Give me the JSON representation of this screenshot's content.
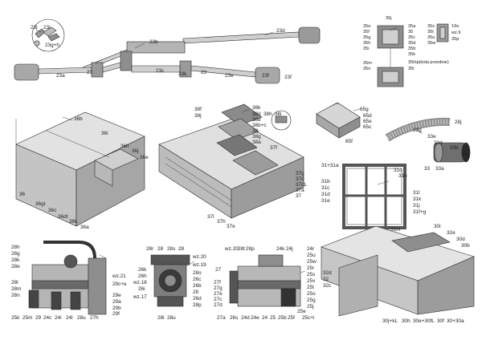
{
  "colors": {
    "light": "#d9d9d9",
    "mid": "#bdbdbd",
    "dark": "#8e8e8e",
    "darker": "#5f5f5f",
    "black": "#1e1e1e",
    "line": "#333333"
  },
  "watermark": "",
  "groups": {
    "exhaust": {
      "labels": [
        {
          "id": "23j",
          "t": "23j"
        },
        {
          "id": "23i",
          "t": "23i"
        },
        {
          "id": "23gh",
          "t": "23g+h"
        },
        {
          "id": "23b",
          "t": "23b"
        },
        {
          "id": "23d",
          "t": "23d"
        },
        {
          "id": "23a",
          "t": "23a"
        },
        {
          "id": "23_1",
          "t": "23"
        },
        {
          "id": "23c",
          "t": "23c"
        },
        {
          "id": "23k",
          "t": "23k"
        },
        {
          "id": "23e",
          "t": "23e"
        },
        {
          "id": "23f_1",
          "t": "23f"
        },
        {
          "id": "23f_2",
          "t": "23f"
        },
        {
          "id": "23_2",
          "t": "23"
        }
      ]
    },
    "wheel_brackets": {
      "labels": [
        {
          "id": "35j",
          "t": "35j"
        },
        {
          "id": "35e",
          "t": "35e"
        },
        {
          "id": "35f",
          "t": "35f"
        },
        {
          "id": "35g",
          "t": "35g"
        },
        {
          "id": "35h",
          "t": "35h"
        },
        {
          "id": "35i",
          "t": "35i"
        },
        {
          "id": "35a",
          "t": "35a"
        },
        {
          "id": "35",
          "t": "35"
        },
        {
          "id": "35c",
          "t": "35c"
        },
        {
          "id": "35d",
          "t": "35d"
        },
        {
          "id": "35b",
          "t": "35b"
        },
        {
          "id": "35k",
          "t": "35k"
        },
        {
          "id": "35m",
          "t": "35m"
        },
        {
          "id": "35n",
          "t": "35n"
        },
        {
          "id": "35lp",
          "t": "35lóp(koła przednie)"
        },
        {
          "id": "35l",
          "t": "35l"
        },
        {
          "id": "35s",
          "t": "35s"
        },
        {
          "id": "35t",
          "t": "35t"
        },
        {
          "id": "35u",
          "t": "35u"
        },
        {
          "id": "35w",
          "t": "35w"
        },
        {
          "id": "19o",
          "t": "19o"
        },
        {
          "id": "wz9",
          "t": "wz.9"
        },
        {
          "id": "35p",
          "t": "35p"
        }
      ]
    },
    "box": {
      "labels": [
        {
          "id": "36b",
          "t": "36b"
        },
        {
          "id": "36i",
          "t": "36i"
        },
        {
          "id": "36h",
          "t": "36h"
        },
        {
          "id": "36j",
          "t": "36j"
        },
        {
          "id": "36e",
          "t": "36e"
        },
        {
          "id": "36",
          "t": "36"
        },
        {
          "id": "36gt",
          "t": "36gt"
        },
        {
          "id": "36c",
          "t": "36c"
        },
        {
          "id": "36dt",
          "t": "36dt"
        },
        {
          "id": "36l",
          "t": "36L"
        },
        {
          "id": "36a",
          "t": "36a"
        }
      ]
    },
    "hull": {
      "labels": [
        {
          "id": "38f",
          "t": "38f"
        },
        {
          "id": "38j",
          "t": "38j"
        },
        {
          "id": "38k",
          "t": "38k"
        },
        {
          "id": "38d",
          "t": "38d"
        },
        {
          "id": "38e",
          "t": "38e"
        },
        {
          "id": "38bc",
          "t": "38b+c"
        },
        {
          "id": "38",
          "t": "38"
        },
        {
          "id": "38g",
          "t": "38g"
        },
        {
          "id": "38a",
          "t": "38a"
        },
        {
          "id": "38h",
          "t": "38h"
        },
        {
          "id": "38i",
          "t": "38i"
        },
        {
          "id": "37f",
          "t": "37f"
        },
        {
          "id": "37g",
          "t": "37g"
        },
        {
          "id": "37d",
          "t": "37d"
        },
        {
          "id": "37dl",
          "t": "37dL"
        },
        {
          "id": "37a",
          "t": "37a"
        },
        {
          "id": "37",
          "t": "37"
        },
        {
          "id": "37l",
          "t": "37l"
        },
        {
          "id": "37h",
          "t": "37h"
        },
        {
          "id": "37e",
          "t": "37e"
        }
      ]
    },
    "toolbox": {
      "labels": [
        {
          "id": "65g",
          "t": "65g"
        },
        {
          "id": "65d",
          "t": "65d"
        },
        {
          "id": "65e",
          "t": "65e"
        },
        {
          "id": "65c",
          "t": "65c"
        },
        {
          "id": "65f",
          "t": "65f"
        }
      ]
    },
    "hose": {
      "labels": [
        {
          "id": "28j",
          "t": "28j"
        },
        {
          "id": "33g",
          "t": "33g"
        },
        {
          "id": "33e",
          "t": "33e"
        },
        {
          "id": "33d",
          "t": "33d"
        },
        {
          "id": "33b",
          "t": "33b"
        },
        {
          "id": "33c",
          "t": "33c"
        },
        {
          "id": "33",
          "t": "33"
        },
        {
          "id": "33a",
          "t": "33a"
        }
      ]
    },
    "frame": {
      "labels": [
        {
          "id": "31+31a",
          "t": "31+31a"
        },
        {
          "id": "31o",
          "t": "31o"
        },
        {
          "id": "31n",
          "t": "31n"
        },
        {
          "id": "31b",
          "t": "31b"
        },
        {
          "id": "31c",
          "t": "31c"
        },
        {
          "id": "31d",
          "t": "31d"
        },
        {
          "id": "31e",
          "t": "31e"
        },
        {
          "id": "31l",
          "t": "31l"
        },
        {
          "id": "31k",
          "t": "31k"
        },
        {
          "id": "31j",
          "t": "31j"
        },
        {
          "id": "31fg",
          "t": "31f+g"
        },
        {
          "id": "31m",
          "t": "31m"
        }
      ]
    },
    "engine_left": {
      "labels": [
        {
          "id": "28h",
          "t": "28h"
        },
        {
          "id": "28g",
          "t": "28g"
        },
        {
          "id": "28k",
          "t": "28k"
        },
        {
          "id": "28e",
          "t": "28e"
        },
        {
          "id": "28l",
          "t": "28l"
        },
        {
          "id": "28m",
          "t": "28m"
        },
        {
          "id": "28n",
          "t": "28n"
        },
        {
          "id": "wz21",
          "t": "wz.21"
        },
        {
          "id": "29ce",
          "t": "29c+e"
        },
        {
          "id": "29e",
          "t": "29e"
        },
        {
          "id": "29a",
          "t": "29a"
        },
        {
          "id": "29b",
          "t": "29b"
        },
        {
          "id": "29f",
          "t": "29f"
        },
        {
          "id": "25k",
          "t": "25k"
        },
        {
          "id": "25m",
          "t": "25m"
        },
        {
          "id": "29",
          "t": "29"
        },
        {
          "id": "24c",
          "t": "24c"
        },
        {
          "id": "24i",
          "t": "24i"
        },
        {
          "id": "24l",
          "t": "24l"
        },
        {
          "id": "28u",
          "t": "28u"
        },
        {
          "id": "27h",
          "t": "27h"
        }
      ]
    },
    "engine_mid": {
      "labels": [
        {
          "id": "28r",
          "t": "28r"
        },
        {
          "id": "28a",
          "t": "28"
        },
        {
          "id": "28s",
          "t": "28s"
        },
        {
          "id": "28b",
          "t": "28"
        },
        {
          "id": "wz20",
          "t": "wz.20"
        },
        {
          "id": "wz19",
          "t": "wz.19"
        },
        {
          "id": "28o",
          "t": "28o"
        },
        {
          "id": "26k",
          "t": "26k"
        },
        {
          "id": "26h",
          "t": "26h"
        },
        {
          "id": "wz18",
          "t": "wz.18"
        },
        {
          "id": "26i",
          "t": "26i"
        },
        {
          "id": "wz17",
          "t": "wz.17"
        },
        {
          "id": "26c",
          "t": "26c"
        },
        {
          "id": "26b",
          "t": "26b"
        },
        {
          "id": "28c",
          "t": "28"
        },
        {
          "id": "26d",
          "t": "26d"
        },
        {
          "id": "28p_m",
          "t": "28p"
        },
        {
          "id": "28i",
          "t": "28i"
        },
        {
          "id": "28u_m",
          "t": "28u"
        }
      ]
    },
    "engine_right": {
      "labels": [
        {
          "id": "wz20r",
          "t": "wz.20"
        },
        {
          "id": "28t",
          "t": "28t"
        },
        {
          "id": "28p",
          "t": "28p"
        },
        {
          "id": "24k",
          "t": "24k"
        },
        {
          "id": "24j",
          "t": "24j"
        },
        {
          "id": "24r",
          "t": "24r"
        },
        {
          "id": "25u",
          "t": "25u"
        },
        {
          "id": "25w",
          "t": "25w"
        },
        {
          "id": "25r",
          "t": "25r"
        },
        {
          "id": "25s",
          "t": "25s"
        },
        {
          "id": "25v",
          "t": "25v"
        },
        {
          "id": "25t",
          "t": "25t"
        },
        {
          "id": "25o",
          "t": "25o"
        },
        {
          "id": "25g",
          "t": "25g"
        },
        {
          "id": "25j",
          "t": "25j"
        },
        {
          "id": "27",
          "t": "27"
        },
        {
          "id": "27f",
          "t": "27f"
        },
        {
          "id": "27g",
          "t": "27g"
        },
        {
          "id": "27e",
          "t": "27e"
        },
        {
          "id": "27c",
          "t": "27c"
        },
        {
          "id": "27d",
          "t": "27d"
        },
        {
          "id": "27a",
          "t": "27a"
        },
        {
          "id": "26s",
          "t": "26s"
        },
        {
          "id": "24d",
          "t": "24d"
        },
        {
          "id": "24e",
          "t": "24e"
        },
        {
          "id": "24",
          "t": "24"
        },
        {
          "id": "25",
          "t": "25"
        },
        {
          "id": "25b",
          "t": "25b"
        },
        {
          "id": "25f",
          "t": "25f"
        },
        {
          "id": "25e",
          "t": "25e"
        },
        {
          "id": "25ci",
          "t": "25c+i"
        }
      ]
    },
    "floor": {
      "labels": [
        {
          "id": "30i",
          "t": "30i"
        },
        {
          "id": "32e",
          "t": "32e"
        },
        {
          "id": "30d",
          "t": "30d"
        },
        {
          "id": "30b",
          "t": "30b"
        },
        {
          "id": "32d",
          "t": "32d"
        },
        {
          "id": "32",
          "t": "32"
        },
        {
          "id": "32c",
          "t": "32c"
        },
        {
          "id": "30jkl",
          "t": "30j+kL"
        },
        {
          "id": "30h",
          "t": "30h"
        },
        {
          "id": "30e30fl",
          "t": "30e+30fL"
        },
        {
          "id": "30f",
          "t": "30f"
        },
        {
          "id": "30a",
          "t": "30+30a"
        }
      ]
    }
  }
}
